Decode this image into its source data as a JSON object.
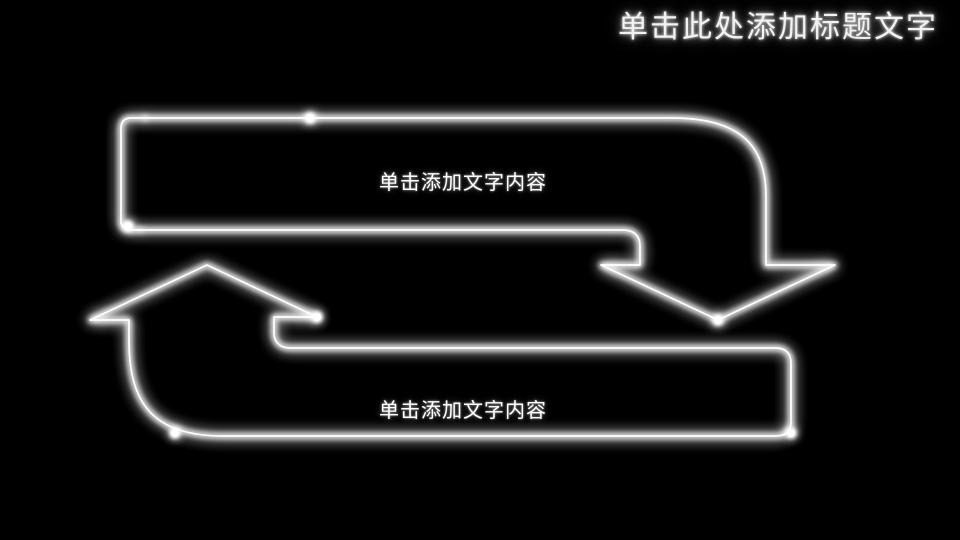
{
  "slide": {
    "background_color": "#000000",
    "accent_color": "#ffffff",
    "title": "单击此处添加标题文字"
  },
  "diagram": {
    "style": "neon-glow-outline",
    "stroke_color": "#ffffff",
    "glow_color": "#ffffff",
    "shapes": [
      {
        "name": "upper-bent-arrow",
        "direction": "right-then-down",
        "label": "单击添加文字内容",
        "node_dots": 3
      },
      {
        "name": "lower-bent-arrow",
        "direction": "left-then-up",
        "label": "单击添加文字内容",
        "node_dots": 3
      }
    ]
  },
  "main": {
    "upper_block_text": "单击添加文字内容",
    "lower_block_text": "单击添加文字内容"
  }
}
